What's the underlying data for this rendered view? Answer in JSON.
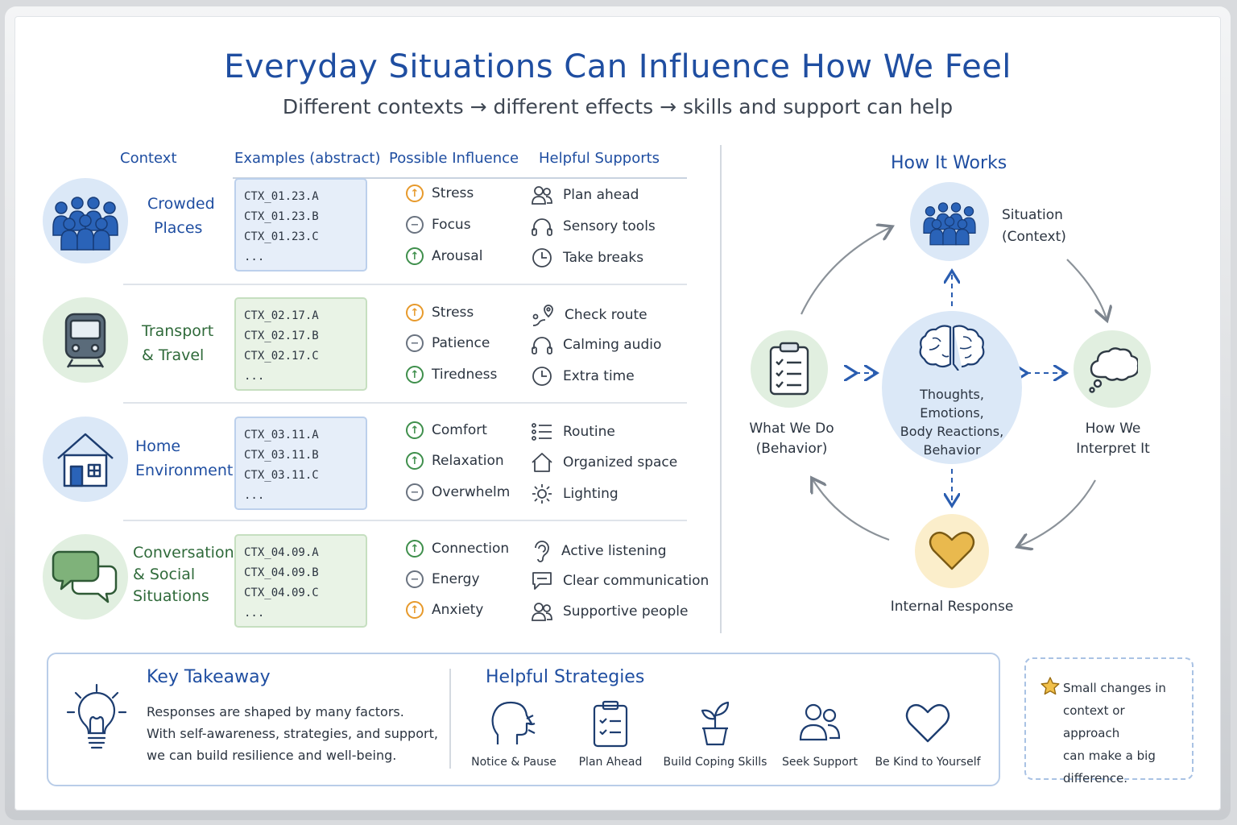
{
  "title": "Everyday Situations Can Influence How We Feel",
  "subtitle": "Different contexts → different effects → skills and support can help",
  "columns": {
    "context": "Context",
    "examples": "Examples (abstract)",
    "influence": "Possible Influence",
    "supports": "Helpful Supports"
  },
  "rows": [
    {
      "icon": "crowd-icon",
      "label_lines": [
        "Crowded",
        "Places"
      ],
      "examples": [
        "CTX_01.23.A",
        "CTX_01.23.B",
        "CTX_01.23.C",
        "..."
      ],
      "influences": [
        {
          "label": "Stress",
          "symbol": "up-orange"
        },
        {
          "label": "Focus",
          "symbol": "minus"
        },
        {
          "label": "Arousal",
          "symbol": "up-green"
        }
      ],
      "supports": [
        {
          "label": "Plan ahead",
          "icon": "people-icon"
        },
        {
          "label": "Sensory tools",
          "icon": "headphones-icon"
        },
        {
          "label": "Take breaks",
          "icon": "clock-icon"
        }
      ]
    },
    {
      "icon": "train-icon",
      "label_lines": [
        "Transport",
        "& Travel"
      ],
      "examples": [
        "CTX_02.17.A",
        "CTX_02.17.B",
        "CTX_02.17.C",
        "..."
      ],
      "influences": [
        {
          "label": "Stress",
          "symbol": "up-orange"
        },
        {
          "label": "Patience",
          "symbol": "minus"
        },
        {
          "label": "Tiredness",
          "symbol": "up-green"
        }
      ],
      "supports": [
        {
          "label": "Check route",
          "icon": "route-icon"
        },
        {
          "label": "Calming audio",
          "icon": "headphones-icon"
        },
        {
          "label": "Extra time",
          "icon": "clock-icon"
        }
      ]
    },
    {
      "icon": "house-icon",
      "label_lines": [
        "Home",
        "Environment"
      ],
      "examples": [
        "CTX_03.11.A",
        "CTX_03.11.B",
        "CTX_03.11.C",
        "..."
      ],
      "influences": [
        {
          "label": "Comfort",
          "symbol": "up-green"
        },
        {
          "label": "Relaxation",
          "symbol": "up-green"
        },
        {
          "label": "Overwhelm",
          "symbol": "minus"
        }
      ],
      "supports": [
        {
          "label": "Routine",
          "icon": "list-icon"
        },
        {
          "label": "Organized space",
          "icon": "home-outline-icon"
        },
        {
          "label": "Lighting",
          "icon": "sun-icon"
        }
      ]
    },
    {
      "icon": "chat-bubbles-icon",
      "label_lines": [
        "Conversations",
        "& Social",
        "Situations"
      ],
      "examples": [
        "CTX_04.09.A",
        "CTX_04.09.B",
        "CTX_04.09.C",
        "..."
      ],
      "influences": [
        {
          "label": "Connection",
          "symbol": "up-green"
        },
        {
          "label": "Energy",
          "symbol": "minus"
        },
        {
          "label": "Anxiety",
          "symbol": "up-orange"
        }
      ],
      "supports": [
        {
          "label": "Active listening",
          "icon": "ear-icon"
        },
        {
          "label": "Clear communication",
          "icon": "speech-icon"
        },
        {
          "label": "Supportive people",
          "icon": "people-icon"
        }
      ]
    }
  ],
  "how_it_works": {
    "title": "How It Works",
    "situation": [
      "Situation",
      "(Context)"
    ],
    "interpret": [
      "How We",
      "Interpret It"
    ],
    "center": [
      "Thoughts,",
      "Emotions,",
      "Body Reactions,",
      "Behavior"
    ],
    "behavior": [
      "What We Do",
      "(Behavior)"
    ],
    "response": "Internal Response"
  },
  "takeaway": {
    "title": "Key Takeaway",
    "lines": [
      "Responses are shaped by many factors.",
      "With self-awareness, strategies, and support,",
      "we can build resilience and well-being."
    ]
  },
  "strategies": {
    "title": "Helpful Strategies",
    "items": [
      {
        "label": "Notice & Pause",
        "icon": "head-icon"
      },
      {
        "label": "Plan Ahead",
        "icon": "clipboard-icon"
      },
      {
        "label": "Build Coping Skills",
        "icon": "plant-icon"
      },
      {
        "label": "Seek Support",
        "icon": "people-icon"
      },
      {
        "label": "Be Kind to Yourself",
        "icon": "heart-icon"
      }
    ]
  },
  "note": [
    "Small changes in",
    "context or approach",
    "can make a big",
    "difference."
  ],
  "colors": {
    "accent": "#1f4ea1",
    "green": "#2f6a3a",
    "orange": "#e79a2c",
    "circle_blue": "#dbe8f7",
    "circle_green": "#e1efe0",
    "circle_yellow": "#fbeecb"
  }
}
